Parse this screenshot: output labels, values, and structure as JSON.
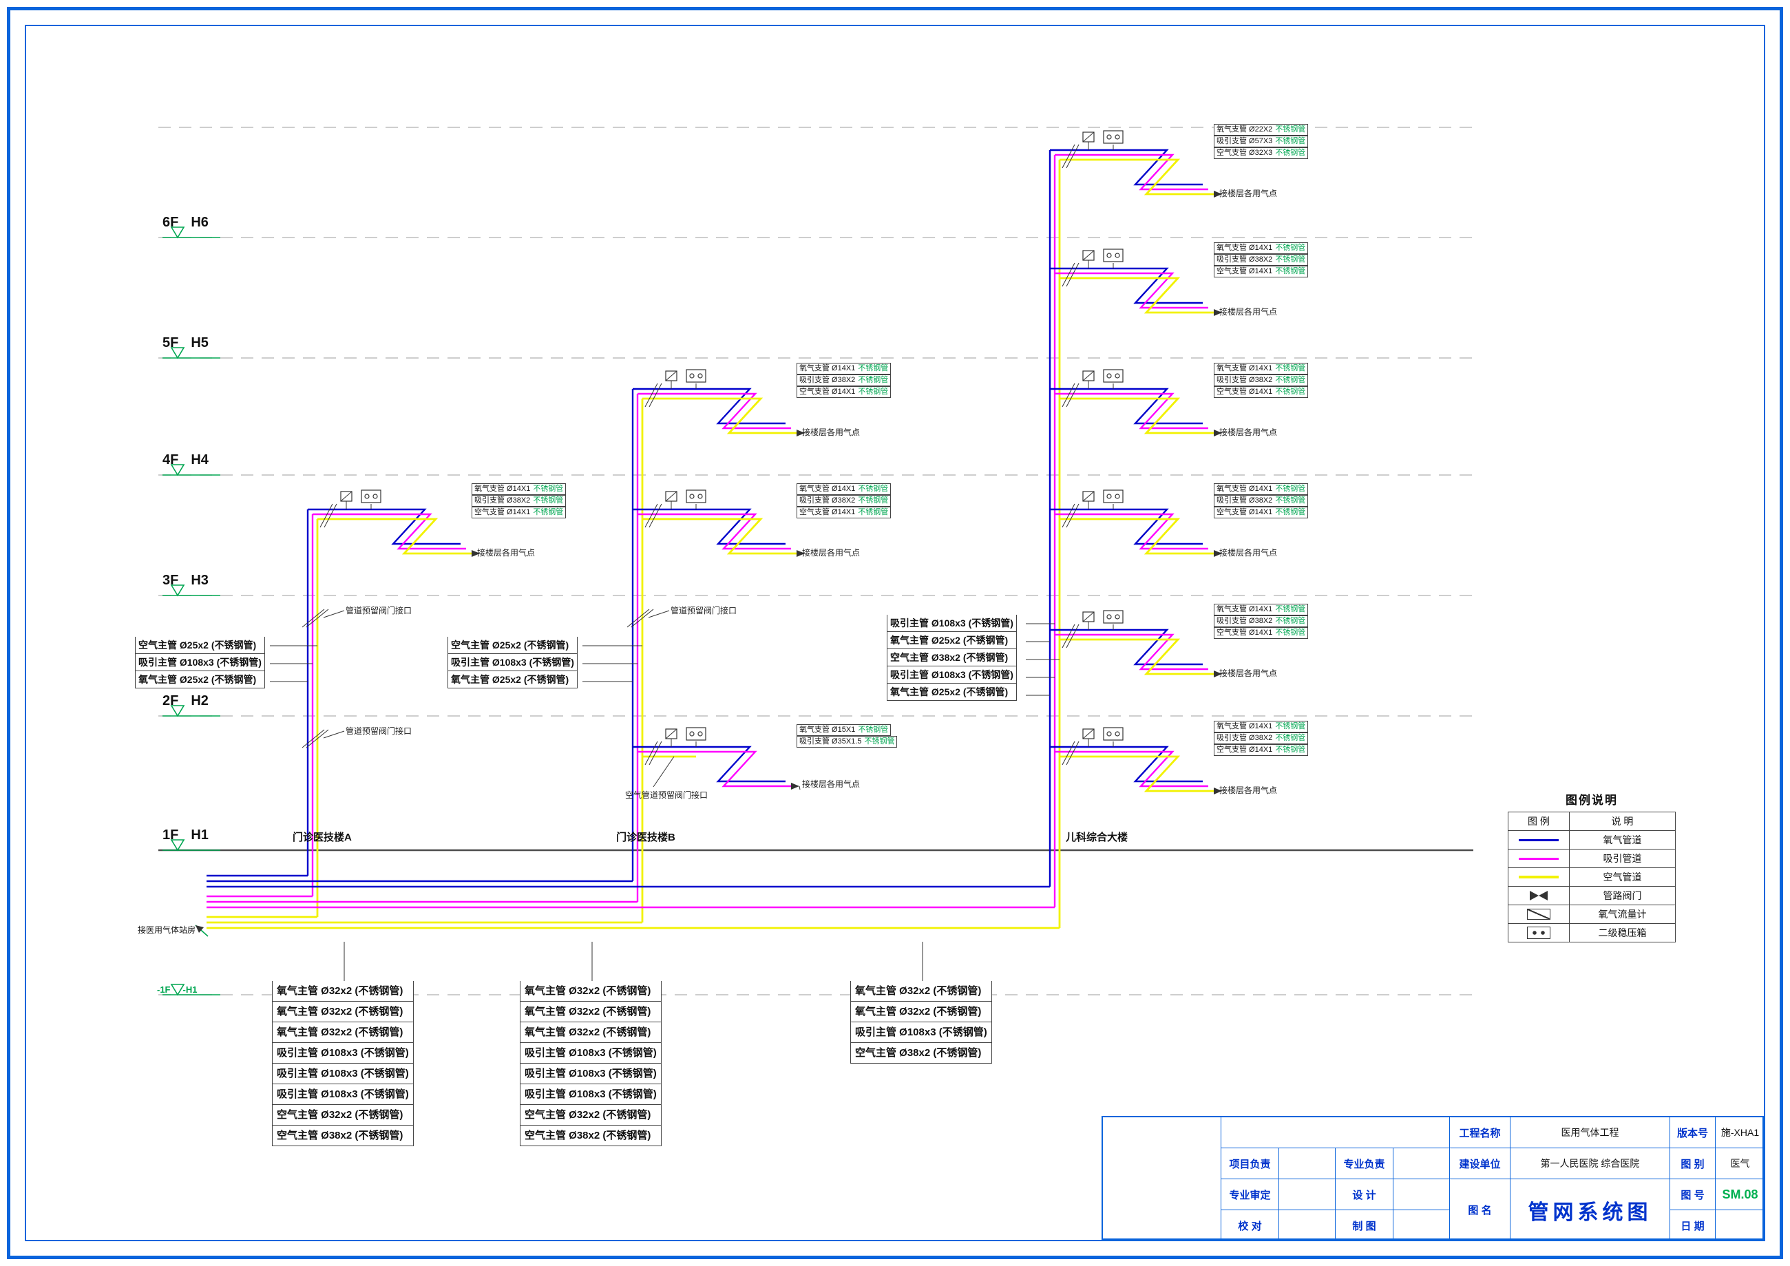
{
  "colors": {
    "frame": "#0a64dc",
    "oxygen": "#0000cc",
    "vacuum": "#ff00ff",
    "air": "#f2f200",
    "marker": "#00a651",
    "grid": "#bdbdbd",
    "material": "#00a651",
    "titletext": "#0033cc",
    "number": "#00b050"
  },
  "source_label": "接医用气体站房",
  "floors": [
    {
      "label": "6F",
      "code": "H6"
    },
    {
      "label": "5F",
      "code": "H5"
    },
    {
      "label": "4F",
      "code": "H4"
    },
    {
      "label": "3F",
      "code": "H3"
    },
    {
      "label": "2F",
      "code": "H2"
    },
    {
      "label": "1F",
      "code": "H1"
    },
    {
      "label": "-1F",
      "code": "-H1"
    }
  ],
  "buildings": [
    "门诊医技楼A",
    "门诊医技楼B",
    "儿科综合大楼"
  ],
  "branches": [
    {
      "tap": "接楼层各用气点",
      "lines": [
        {
          "pipe": "氧气支管 Ø22X2",
          "mat": "不锈钢管"
        },
        {
          "pipe": "吸引支管 Ø57X3",
          "mat": "不锈钢管"
        },
        {
          "pipe": "空气支管 Ø32X3",
          "mat": "不锈钢管"
        }
      ]
    },
    {
      "tap": "接楼层各用气点",
      "lines": [
        {
          "pipe": "氧气支管 Ø14X1",
          "mat": "不锈钢管"
        },
        {
          "pipe": "吸引支管 Ø38X2",
          "mat": "不锈钢管"
        },
        {
          "pipe": "空气支管 Ø14X1",
          "mat": "不锈钢管"
        }
      ]
    },
    {
      "tap": "接楼层各用气点",
      "lines": [
        {
          "pipe": "氧气支管 Ø14X1",
          "mat": "不锈钢管"
        },
        {
          "pipe": "吸引支管 Ø38X2",
          "mat": "不锈钢管"
        },
        {
          "pipe": "空气支管 Ø14X1",
          "mat": "不锈钢管"
        }
      ]
    },
    {
      "tap": "接楼层各用气点",
      "lines": [
        {
          "pipe": "氧气支管 Ø14X1",
          "mat": "不锈钢管"
        },
        {
          "pipe": "吸引支管 Ø38X2",
          "mat": "不锈钢管"
        },
        {
          "pipe": "空气支管 Ø14X1",
          "mat": "不锈钢管"
        }
      ]
    },
    {
      "tap": "接楼层各用气点",
      "lines": [
        {
          "pipe": "氧气支管 Ø14X1",
          "mat": "不锈钢管"
        },
        {
          "pipe": "吸引支管 Ø38X2",
          "mat": "不锈钢管"
        },
        {
          "pipe": "空气支管 Ø14X1",
          "mat": "不锈钢管"
        }
      ]
    },
    {
      "tap": "接楼层各用气点",
      "lines": [
        {
          "pipe": "氧气支管 Ø14X1",
          "mat": "不锈钢管"
        },
        {
          "pipe": "吸引支管 Ø38X2",
          "mat": "不锈钢管"
        },
        {
          "pipe": "空气支管 Ø14X1",
          "mat": "不锈钢管"
        }
      ]
    },
    {
      "tap": "接楼层各用气点",
      "lines": [
        {
          "pipe": "氧气支管 Ø14X1",
          "mat": "不锈钢管"
        },
        {
          "pipe": "吸引支管 Ø38X2",
          "mat": "不锈钢管"
        },
        {
          "pipe": "空气支管 Ø14X1",
          "mat": "不锈钢管"
        }
      ]
    },
    {
      "tap": "接楼层各用气点",
      "lines": [
        {
          "pipe": "氧气支管 Ø14X1",
          "mat": "不锈钢管"
        },
        {
          "pipe": "吸引支管 Ø38X2",
          "mat": "不锈钢管"
        },
        {
          "pipe": "空气支管 Ø14X1",
          "mat": "不锈钢管"
        }
      ]
    },
    {
      "tap": "接楼层各用气点",
      "lines": [
        {
          "pipe": "氧气支管 Ø15X1",
          "mat": "不锈钢管"
        },
        {
          "pipe": "吸引支管 Ø35X1.5",
          "mat": "不锈钢管"
        }
      ]
    },
    {
      "tap": "接楼层各用气点",
      "lines": [
        {
          "pipe": "氧气支管 Ø14X1",
          "mat": "不锈钢管"
        },
        {
          "pipe": "吸引支管 Ø38X2",
          "mat": "不锈钢管"
        },
        {
          "pipe": "空气支管 Ø14X1",
          "mat": "不锈钢管"
        }
      ]
    }
  ],
  "valve_notes": [
    {
      "text": "管道预留阀门接口"
    },
    {
      "text": "管道预留阀门接口"
    },
    {
      "text": "管道预留阀门接口"
    },
    {
      "text": "空气管道预留阀门接口"
    }
  ],
  "riser_specs": [
    {
      "rows": [
        "空气主管 Ø25x2 (不锈钢管)",
        "吸引主管 Ø108x3 (不锈钢管)",
        "氧气主管 Ø25x2 (不锈钢管)"
      ]
    },
    {
      "rows": [
        "空气主管 Ø25x2 (不锈钢管)",
        "吸引主管 Ø108x3 (不锈钢管)",
        "氧气主管 Ø25x2 (不锈钢管)"
      ]
    },
    {
      "rows": [
        "吸引主管 Ø108x3 (不锈钢管)",
        "氧气主管 Ø25x2 (不锈钢管)",
        "空气主管 Ø38x2 (不锈钢管)",
        "吸引主管 Ø108x3 (不锈钢管)",
        "氧气主管 Ø25x2 (不锈钢管)"
      ]
    }
  ],
  "bottom_tables": [
    {
      "rows": [
        "氧气主管 Ø32x2 (不锈钢管)",
        "氧气主管 Ø32x2 (不锈钢管)",
        "氧气主管 Ø32x2 (不锈钢管)",
        "吸引主管 Ø108x3 (不锈钢管)",
        "吸引主管 Ø108x3 (不锈钢管)",
        "吸引主管 Ø108x3 (不锈钢管)",
        "空气主管 Ø32x2 (不锈钢管)",
        "空气主管 Ø38x2 (不锈钢管)"
      ]
    },
    {
      "rows": [
        "氧气主管 Ø32x2 (不锈钢管)",
        "氧气主管 Ø32x2 (不锈钢管)",
        "氧气主管 Ø32x2 (不锈钢管)",
        "吸引主管 Ø108x3 (不锈钢管)",
        "吸引主管 Ø108x3 (不锈钢管)",
        "吸引主管 Ø108x3 (不锈钢管)",
        "空气主管 Ø32x2 (不锈钢管)",
        "空气主管 Ø38x2 (不锈钢管)"
      ]
    },
    {
      "rows": [
        "氧气主管 Ø32x2 (不锈钢管)",
        "氧气主管 Ø32x2 (不锈钢管)",
        "吸引主管 Ø108x3 (不锈钢管)",
        "空气主管 Ø38x2 (不锈钢管)"
      ]
    }
  ],
  "legend": {
    "title": "图例说明",
    "headers": [
      "图 例",
      "说 明"
    ],
    "rows": [
      {
        "symbol": "oxygen-line",
        "label": "氧气管道"
      },
      {
        "symbol": "vacuum-line",
        "label": "吸引管道"
      },
      {
        "symbol": "air-line",
        "label": "空气管道"
      },
      {
        "symbol": "valve",
        "label": "管路阀门"
      },
      {
        "symbol": "flowmeter",
        "label": "氧气流量计"
      },
      {
        "symbol": "regulator",
        "label": "二级稳压箱"
      }
    ]
  },
  "titleblock": {
    "project_label": "工程名称",
    "project_value": "医用气体工程",
    "version_label": "版本号",
    "version_value": "施-XHA1",
    "pm_label": "项目负责",
    "lead_label": "专业负责",
    "client_label": "建设单位",
    "client_value": "第一人民医院 综合医院",
    "category_label": "图 别",
    "category_value": "医气",
    "review_label": "专业审定",
    "design_label": "设 计",
    "name_label": "图 名",
    "name_value": "管网系统图",
    "number_label": "图 号",
    "number_value": "SM.08",
    "check_label": "校 对",
    "draft_label": "制 图",
    "date_label": "日 期"
  }
}
